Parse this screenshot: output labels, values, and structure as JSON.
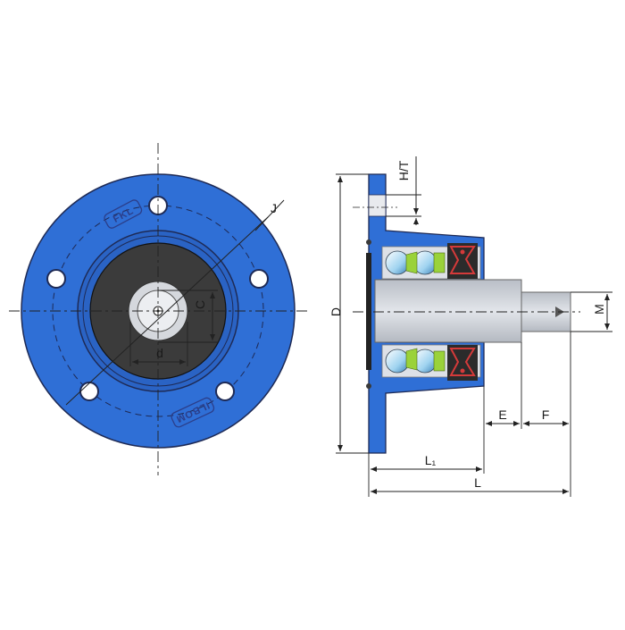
{
  "labels": {
    "H_T": "H/T",
    "J": "J",
    "C": "C",
    "d": "d",
    "D": "D",
    "M": "M",
    "E": "E",
    "F": "F",
    "L1": "L₁",
    "L": "L"
  },
  "brand": {
    "logo": "FKL",
    "model": "ILBOM"
  },
  "colors": {
    "housing_blue": "#2f6fd6",
    "housing_outline": "#1e2a55",
    "shaft_gray": "#cfd3d9",
    "dark_bore": "#3b3b3b",
    "seal_red": "#d43a3a",
    "cage_green": "#9ad23a"
  }
}
